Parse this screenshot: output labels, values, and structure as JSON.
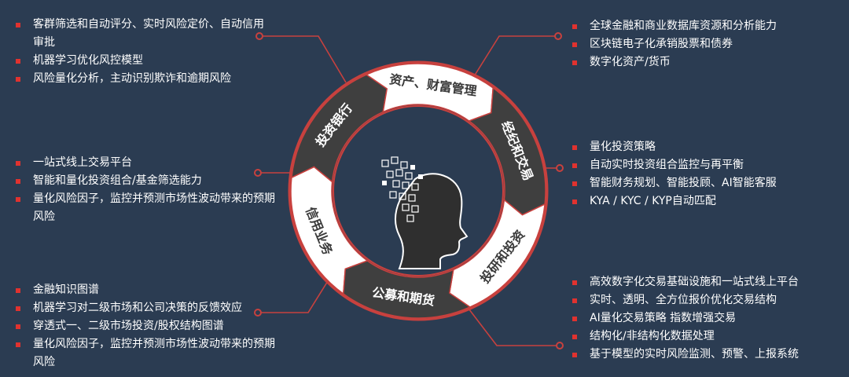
{
  "segments": [
    {
      "label": "信用业务",
      "fill": "#ffffff",
      "text_color": "#3a3a3a"
    },
    {
      "label": "投资银行",
      "fill": "#3f3f3f",
      "text_color": "#ffffff"
    },
    {
      "label": "资产、财富管理",
      "fill": "#ffffff",
      "text_color": "#3a3a3a"
    },
    {
      "label": "经纪和交易",
      "fill": "#3f3f3f",
      "text_color": "#ffffff"
    },
    {
      "label": "投研和投资",
      "fill": "#ffffff",
      "text_color": "#3a3a3a"
    },
    {
      "label": "公募和期货",
      "fill": "#3f3f3f",
      "text_color": "#ffffff"
    }
  ],
  "lists": {
    "top_left": [
      "客群筛选和自动评分、实时风险定价、自动信用审批",
      "机器学习优化风控模型",
      "风险量化分析，主动识别欺诈和逾期风险"
    ],
    "mid_left": [
      "一站式线上交易平台",
      "智能和量化投资组合/基金筛选能力",
      "量化风险因子，监控并预测市场性波动带来的预期风险"
    ],
    "bottom_left": [
      "金融知识图谱",
      "机器学习对二级市场和公司决策的反馈效应",
      "穿透式一、二级市场投资/股权结构图谱",
      "量化风险因子，监控并预测市场性波动带来的预期风险"
    ],
    "top_right": [
      "全球金融和商业数据库资源和分析能力",
      "区块链电子化承销股票和债券",
      "数字化资产/货币"
    ],
    "mid_right": [
      "量化投资策略",
      "自动实时投资组合监控与再平衡",
      "智能财务规划、智能投顾、AI智能客服",
      "KYA / KYC / KYP自动匹配"
    ],
    "bottom_right": [
      "高效数字化交易基础设施和一站式线上平台",
      "实时、透明、全方位报价优化交易结构",
      "AI量化交易策略 指数增强交易",
      "结构化/非结构化数据处理",
      "基于模型的实时风险监测、预警、上报系统"
    ]
  },
  "colors": {
    "background": "#2b3c52",
    "connector": "#c8413e",
    "ring_border": "#c8413e",
    "bullet": "#e0322f",
    "head": "#2f2f2f"
  },
  "icons": {
    "center": "ai-head-pixel-icon"
  }
}
